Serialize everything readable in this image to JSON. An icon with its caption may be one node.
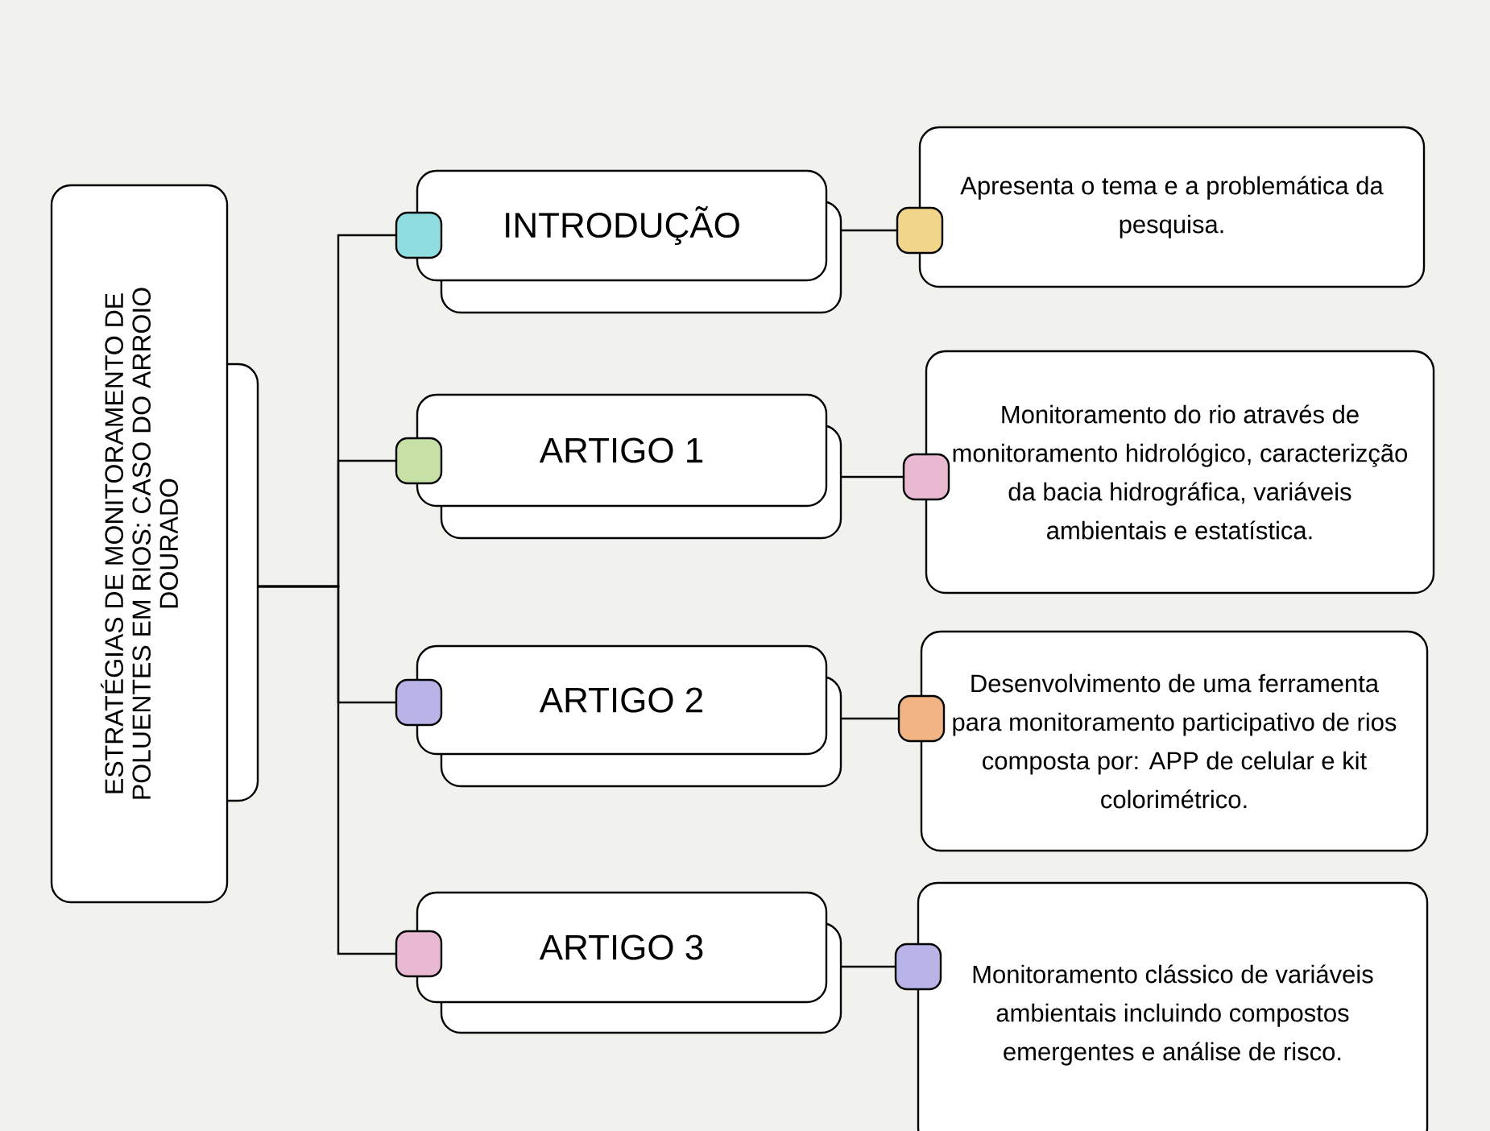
{
  "diagram": {
    "nodes": [
      {
        "text": [
          "ESTRATÉGIAS DE MONITORAMENTO DE POLUENTES EM RIOS: CASO DO ARROIO DOURADO"
        ]
      },
      {
        "text": [
          "INTRODUÇÃO"
        ]
      },
      {
        "text": [
          "ARTIGO 1"
        ]
      },
      {
        "text": [
          "ARTIGO 2"
        ]
      },
      {
        "text": [
          "ARTIGO 3"
        ]
      },
      {
        "text": [
          "Apresenta o tema e a problemática da pesquisa."
        ]
      },
      {
        "text": [
          "Monitoramento do rio através de monitoramento hidrológico, caracterizção da bacia hidrográfica, variáveis ambientais e estatística."
        ]
      },
      {
        "text": [
          "Desenvolvimento de uma ferramenta para monitoramento participativo de rios composta por: APP de celular e kit colorimétrico."
        ]
      },
      {
        "text": [
          "Monitoramento clássico de variáveis ambientais incluindo compostos emergentes e análise de risco."
        ]
      }
    ],
    "edges": [
      {
        "from": 0,
        "to": 1,
        "arrow": "none"
      },
      {
        "from": 0,
        "to": 2,
        "arrow": "none"
      },
      {
        "from": 0,
        "to": 3,
        "arrow": "none"
      },
      {
        "from": 0,
        "to": 4,
        "arrow": "none"
      },
      {
        "from": 1,
        "to": 5,
        "arrow": "none"
      },
      {
        "from": 2,
        "to": 6,
        "arrow": "none"
      },
      {
        "from": 3,
        "to": 7,
        "arrow": "none"
      },
      {
        "from": 4,
        "to": 8,
        "arrow": "none"
      }
    ]
  }
}
